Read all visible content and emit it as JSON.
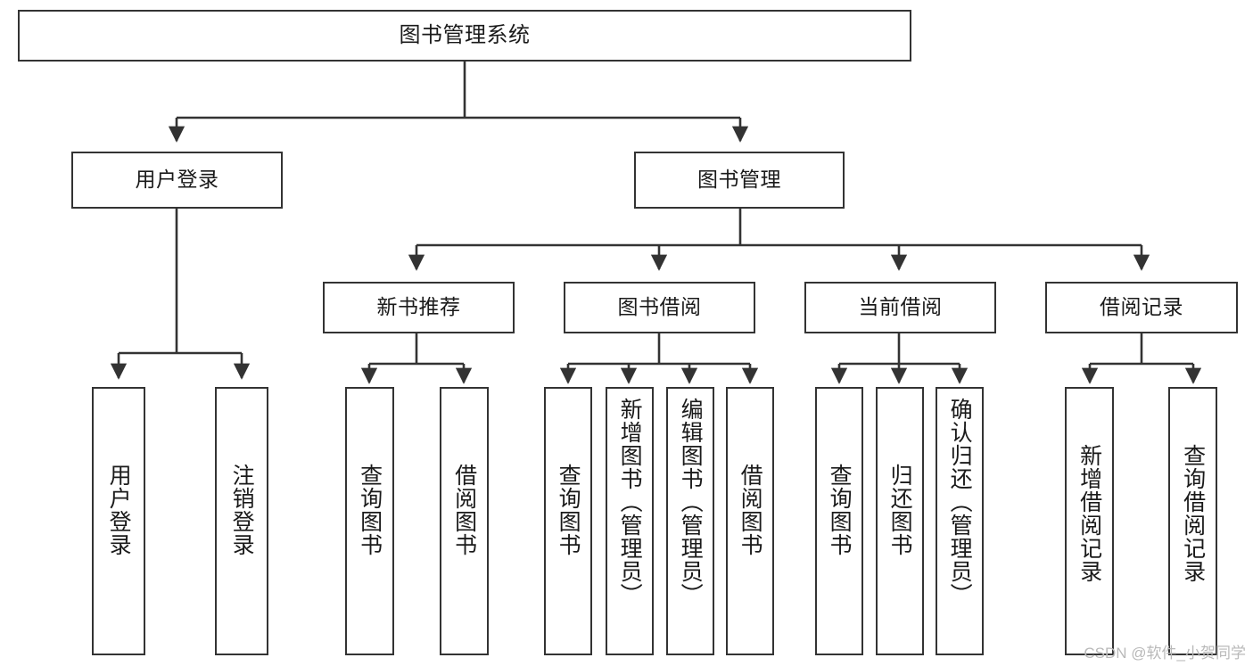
{
  "diagram": {
    "title": "图书管理系统",
    "watermark": "CSDN @软件_小贺同学",
    "colors": {
      "stroke": "#333333",
      "background": "#ffffff",
      "text": "#1a1a1a",
      "watermark": "#b9b9b9"
    },
    "nodes": {
      "root": {
        "label": "图书管理系统"
      },
      "level2": [
        {
          "id": "user-login",
          "label": "用户登录"
        },
        {
          "id": "book-management",
          "label": "图书管理"
        }
      ],
      "level3": [
        {
          "id": "new-book-recommend",
          "label": "新书推荐"
        },
        {
          "id": "book-borrow",
          "label": "图书借阅"
        },
        {
          "id": "current-borrow",
          "label": "当前借阅"
        },
        {
          "id": "borrow-record",
          "label": "借阅记录"
        }
      ],
      "leaves": [
        {
          "id": "leaf-user-login",
          "label": "用户登录",
          "parent": "user-login"
        },
        {
          "id": "leaf-user-logout",
          "label": "注销登录",
          "parent": "user-login"
        },
        {
          "id": "leaf-query-book-1",
          "label": "查询图书",
          "parent": "new-book-recommend"
        },
        {
          "id": "leaf-borrow-book-1",
          "label": "借阅图书",
          "parent": "new-book-recommend"
        },
        {
          "id": "leaf-query-book-2",
          "label": "查询图书",
          "parent": "book-borrow"
        },
        {
          "id": "leaf-add-book",
          "label": "新增图书（管理员）",
          "parent": "book-borrow"
        },
        {
          "id": "leaf-edit-book",
          "label": "编辑图书（管理员）",
          "parent": "book-borrow"
        },
        {
          "id": "leaf-borrow-book-2",
          "label": "借阅图书",
          "parent": "book-borrow"
        },
        {
          "id": "leaf-query-book-3",
          "label": "查询图书",
          "parent": "current-borrow"
        },
        {
          "id": "leaf-return-book",
          "label": "归还图书",
          "parent": "current-borrow"
        },
        {
          "id": "leaf-confirm-return",
          "label": "确认归还（管理员）",
          "parent": "current-borrow"
        },
        {
          "id": "leaf-add-record",
          "label": "新增借阅记录",
          "parent": "borrow-record"
        },
        {
          "id": "leaf-query-record",
          "label": "查询借阅记录",
          "parent": "borrow-record"
        }
      ]
    }
  }
}
